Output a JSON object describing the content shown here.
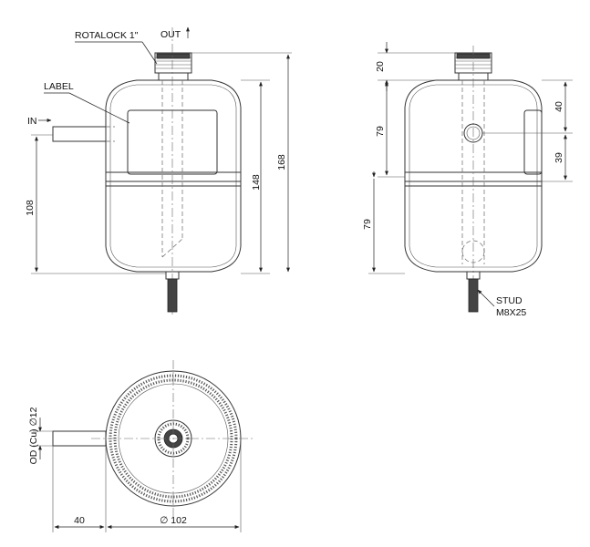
{
  "labels": {
    "rotalock": "ROTALOCK 1\"",
    "out": "OUT",
    "label": "LABEL",
    "in": "IN",
    "stud_title": "STUD",
    "stud_size": "M8X25",
    "od": "OD (Cu)",
    "dia12": "12",
    "dia102": "102"
  },
  "dimensions": {
    "d108": "108",
    "d148": "148",
    "d168": "168",
    "d20": "20",
    "d79_top": "79",
    "d79_bottom": "79",
    "d40": "40",
    "d39": "39",
    "d40_bottom": "40"
  },
  "symbols": {
    "diameter": "∅"
  }
}
